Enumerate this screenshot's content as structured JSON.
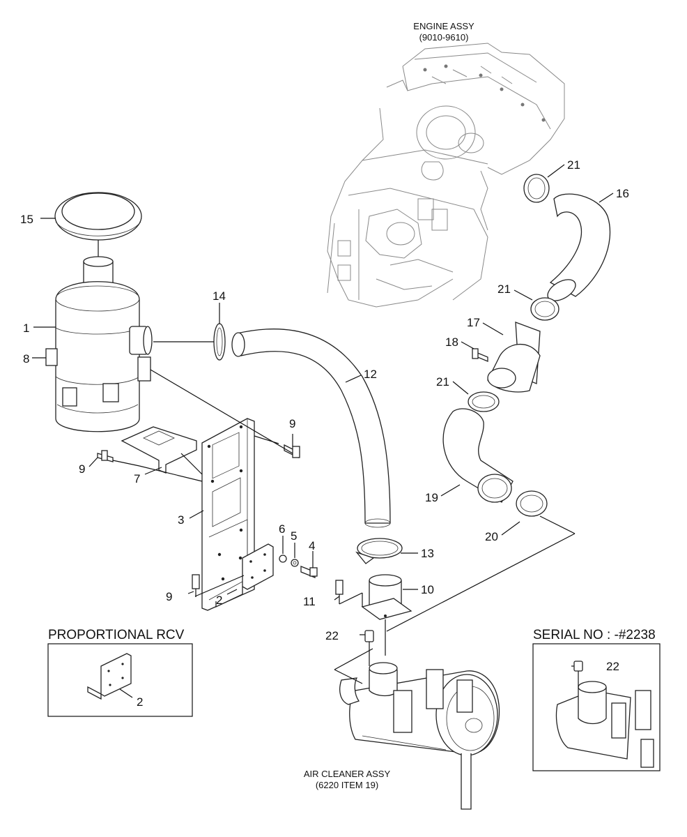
{
  "labels": {
    "engine_title": "ENGINE ASSY",
    "engine_ref": "(9010-9610)",
    "air_cleaner_title": "AIR CLEANER ASSY",
    "air_cleaner_ref": "(6220 ITEM 19)",
    "rcv_box_title": "PROPORTIONAL RCV",
    "serial_box_title": "SERIAL NO : -#2238"
  },
  "callouts": {
    "c1": "1",
    "c2a": "2",
    "c2b": "2",
    "c3": "3",
    "c4": "4",
    "c5": "5",
    "c6": "6",
    "c7": "7",
    "c8": "8",
    "c9a": "9",
    "c9b": "9",
    "c9c": "9",
    "c10": "10",
    "c11": "11",
    "c12": "12",
    "c13": "13",
    "c14": "14",
    "c15": "15",
    "c16": "16",
    "c17": "17",
    "c18": "18",
    "c19": "19",
    "c20": "20",
    "c21a": "21",
    "c21b": "21",
    "c21c": "21",
    "c22a": "22",
    "c22b": "22"
  },
  "colors": {
    "line": "#111111",
    "engine_line": "#888888",
    "background": "#ffffff"
  }
}
